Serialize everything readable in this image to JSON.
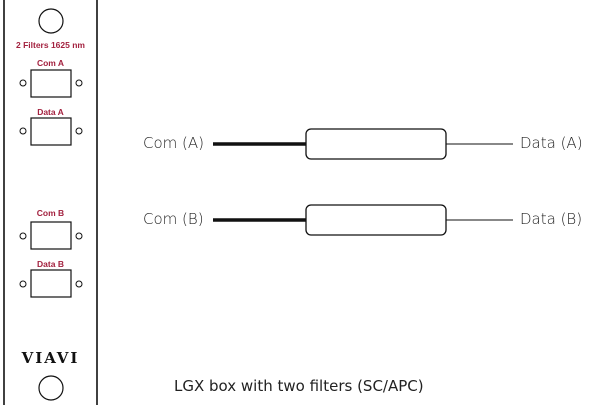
{
  "panel": {
    "title": "2 Filters 1625 nm",
    "ports": [
      {
        "label": "Com A"
      },
      {
        "label": "Data A"
      },
      {
        "label": "Com B"
      },
      {
        "label": "Data B"
      }
    ],
    "brand": "VIAVI"
  },
  "diagram": {
    "rows": [
      {
        "left_label": "Com (A)",
        "right_label": "Data (A)"
      },
      {
        "left_label": "Com (B)",
        "right_label": "Data (B)"
      }
    ]
  },
  "caption": "LGX box with two filters (SC/APC)",
  "colors": {
    "accent": "#a3213f",
    "line": "#111111"
  }
}
